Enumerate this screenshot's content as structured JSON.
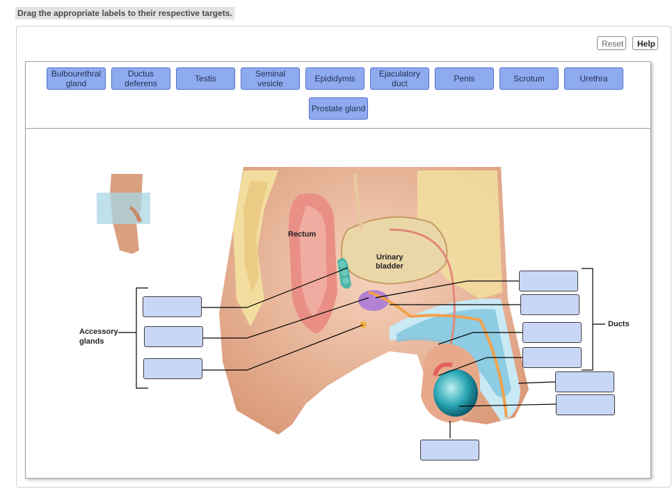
{
  "instruction": "Drag the appropriate labels to their respective targets.",
  "buttons": {
    "reset": "Reset",
    "help": "Help"
  },
  "labels": [
    "Bulbourethral gland",
    "Ductus deferens",
    "Testis",
    "Seminal vesicle",
    "Epididymis",
    "Ejaculatory duct",
    "Penis",
    "Scrotum",
    "Urethra",
    "Prostate gland"
  ],
  "diagram": {
    "rectum": "Rectum",
    "bladder_line1": "Urinary",
    "bladder_line2": "bladder",
    "accessory_line1": "Accessory",
    "accessory_line2": "glands",
    "ducts": "Ducts"
  },
  "colors": {
    "label_fill": "#8fabef",
    "target_fill": "#c9d7f7",
    "skin": "#e7a98a"
  }
}
